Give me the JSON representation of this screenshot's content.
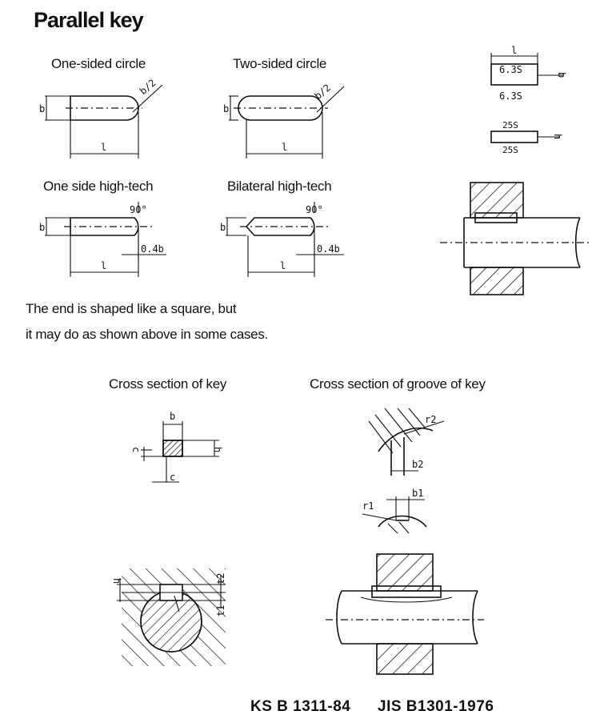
{
  "title": "Parallel key",
  "variants": {
    "one_sided_circle": "One-sided circle",
    "two_sided_circle": "Two-sided circle",
    "one_side_high_tech": "One side high-tech",
    "bilateral_high_tech": "Bilateral high-tech"
  },
  "dims": {
    "b": "b",
    "l": "l",
    "h": "h",
    "b_half": "b/2",
    "angle": "90°",
    "chamfer": "0.4b",
    "roughness_fine": "6.3S",
    "roughness_coarse": "25S",
    "c": "c",
    "r1": "r1",
    "r2": "r2",
    "b1": "b1",
    "b2": "b2",
    "t1": "t1",
    "t2": "t2"
  },
  "note": {
    "line1": "The end is shaped like a square, but",
    "line2": "it may do as shown above in some cases."
  },
  "sections": {
    "key": "Cross section of key",
    "groove": "Cross section of groove of key"
  },
  "standards": {
    "ks": "KS B 1311-84",
    "jis": "JIS B1301-1976"
  }
}
